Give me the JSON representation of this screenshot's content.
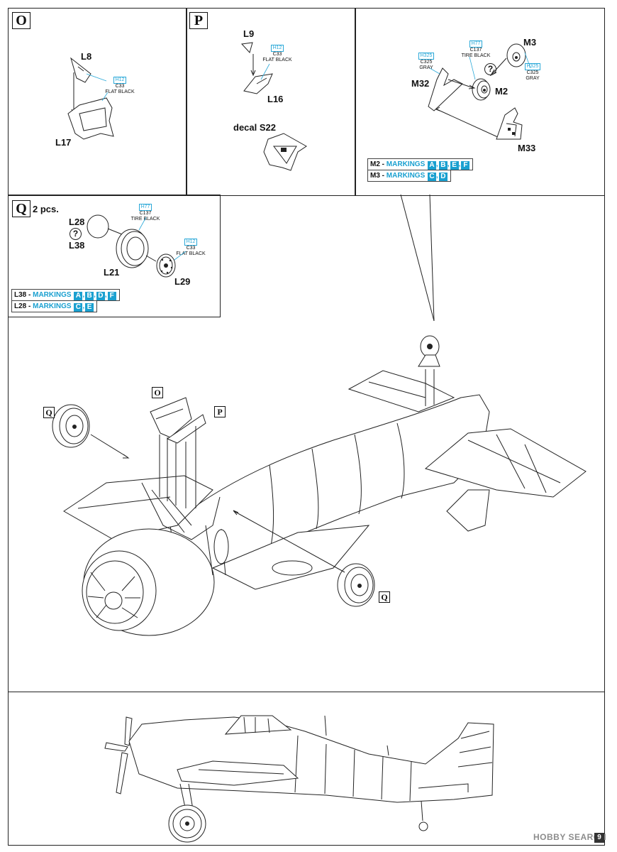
{
  "steps": {
    "O": {
      "letter": "O",
      "parts": {
        "top": "L8",
        "bottom": "L17"
      },
      "paint": {
        "h": "H12",
        "c": "C33",
        "name": "FLAT BLACK"
      }
    },
    "P": {
      "letter": "P",
      "parts": {
        "top": "L9",
        "bottom": "L16"
      },
      "paint": {
        "h": "H12",
        "c": "C33",
        "name": "FLAT BLACK"
      },
      "decal": "decal S22"
    },
    "M": {
      "parts": {
        "m3": "M3",
        "m32": "M32",
        "m2": "M2",
        "m33": "M33"
      },
      "paint_tire": {
        "h": "H77",
        "c": "C137",
        "name": "TIRE BLACK"
      },
      "paint_gray_left": {
        "h": "H325",
        "c": "C325",
        "name": "GRAY"
      },
      "paint_gray_right": {
        "h": "H325",
        "c": "C325",
        "name": "GRAY"
      },
      "markings": [
        {
          "part": "M2",
          "sep": " - ",
          "word": "MARKINGS",
          "letters": [
            "A",
            "B",
            "E",
            "F"
          ]
        },
        {
          "part": "M3",
          "sep": " - ",
          "word": "MARKINGS",
          "letters": [
            "C",
            "D"
          ]
        }
      ]
    },
    "Q": {
      "letter": "Q",
      "qty": "2 pcs.",
      "parts": {
        "l28": "L28",
        "l38": "L38",
        "l21": "L21",
        "l29": "L29"
      },
      "paint_tire": {
        "h": "H77",
        "c": "C137",
        "name": "TIRE BLACK"
      },
      "paint_hub": {
        "h": "H12",
        "c": "C33",
        "name": "FLAT BLACK"
      },
      "markings": [
        {
          "part": "L38",
          "sep": " - ",
          "word": "MARKINGS",
          "letters": [
            "A",
            "B",
            "D",
            "F"
          ]
        },
        {
          "part": "L28",
          "sep": " - ",
          "word": "MARKINGS",
          "letters": [
            "C",
            "E"
          ]
        }
      ]
    }
  },
  "callouts": {
    "q_left": "Q",
    "o": "O",
    "p": "P",
    "q_right": "Q"
  },
  "question_mark": "?",
  "footer": {
    "watermark": "HOBBY SEARCH",
    "page_number": "9"
  }
}
